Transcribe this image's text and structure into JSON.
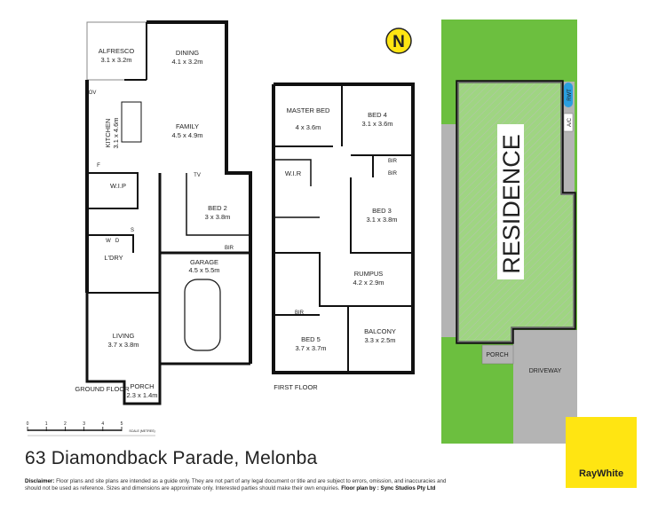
{
  "ground_floor": {
    "label": "GROUND FLOOR",
    "rooms": [
      {
        "name": "ALFRESCO",
        "size": "3.1 x 3.2m"
      },
      {
        "name": "DINING",
        "size": "4.1 x 3.2m"
      },
      {
        "name": "KITCHEN",
        "size": "3.1 x 4.6m"
      },
      {
        "name": "FAMILY",
        "size": "4.5 x 4.9m"
      },
      {
        "name": "W.I.P",
        "size": ""
      },
      {
        "name": "BED 2",
        "size": "3 x 3.8m"
      },
      {
        "name": "L'DRY",
        "size": ""
      },
      {
        "name": "GARAGE",
        "size": "4.5 x 5.5m"
      },
      {
        "name": "LIVING",
        "size": "3.7 x 3.8m"
      },
      {
        "name": "PORCH",
        "size": "2.3 x 1.4m"
      }
    ],
    "fixtures": [
      "OV",
      "F",
      "TV",
      "BIR",
      "W",
      "D",
      "S"
    ]
  },
  "first_floor": {
    "label": "FIRST FLOOR",
    "rooms": [
      {
        "name": "MASTER BED",
        "size": "4 x 3.6m"
      },
      {
        "name": "BED 4",
        "size": "3.1 x 3.6m"
      },
      {
        "name": "W.I.R",
        "size": ""
      },
      {
        "name": "BED 3",
        "size": "3.1 x 3.8m"
      },
      {
        "name": "RUMPUS",
        "size": "4.2 x 2.9m"
      },
      {
        "name": "BED 5",
        "size": "3.7 x 3.7m"
      },
      {
        "name": "BALCONY",
        "size": "3.3 x 2.5m"
      }
    ],
    "fixtures": [
      "BIR",
      "BIR",
      "BIR"
    ]
  },
  "site_plan": {
    "residence": "RESIDENCE",
    "rwt": "RWT",
    "ac": "A/C",
    "porch": "PORCH",
    "driveway": "DRIVEWAY",
    "colors": {
      "lawn": "#6cbf3f",
      "paving": "#b4b4b4",
      "rwt": "#2a9fe0"
    }
  },
  "compass": {
    "label": "N"
  },
  "scale": {
    "ticks": [
      "0",
      "1",
      "2",
      "3",
      "4",
      "5"
    ],
    "label": "SCALE (METRES)"
  },
  "address": "63 Diamondback Parade, Melonba",
  "disclaimer": {
    "title": "Disclaimer:",
    "text": " Floor plans and site plans are intended as a guide only. They are not part of any legal document or title and are subject to errors, omission, and inaccuracies and should not be used as reference. Sizes and dimensions are approximate only. Interested parties should make their own enquiries. ",
    "credit": "Floor plan by : Sync Studios Pty Ltd"
  },
  "brand": {
    "name": "RayWhite",
    "color": "#ffe512"
  }
}
